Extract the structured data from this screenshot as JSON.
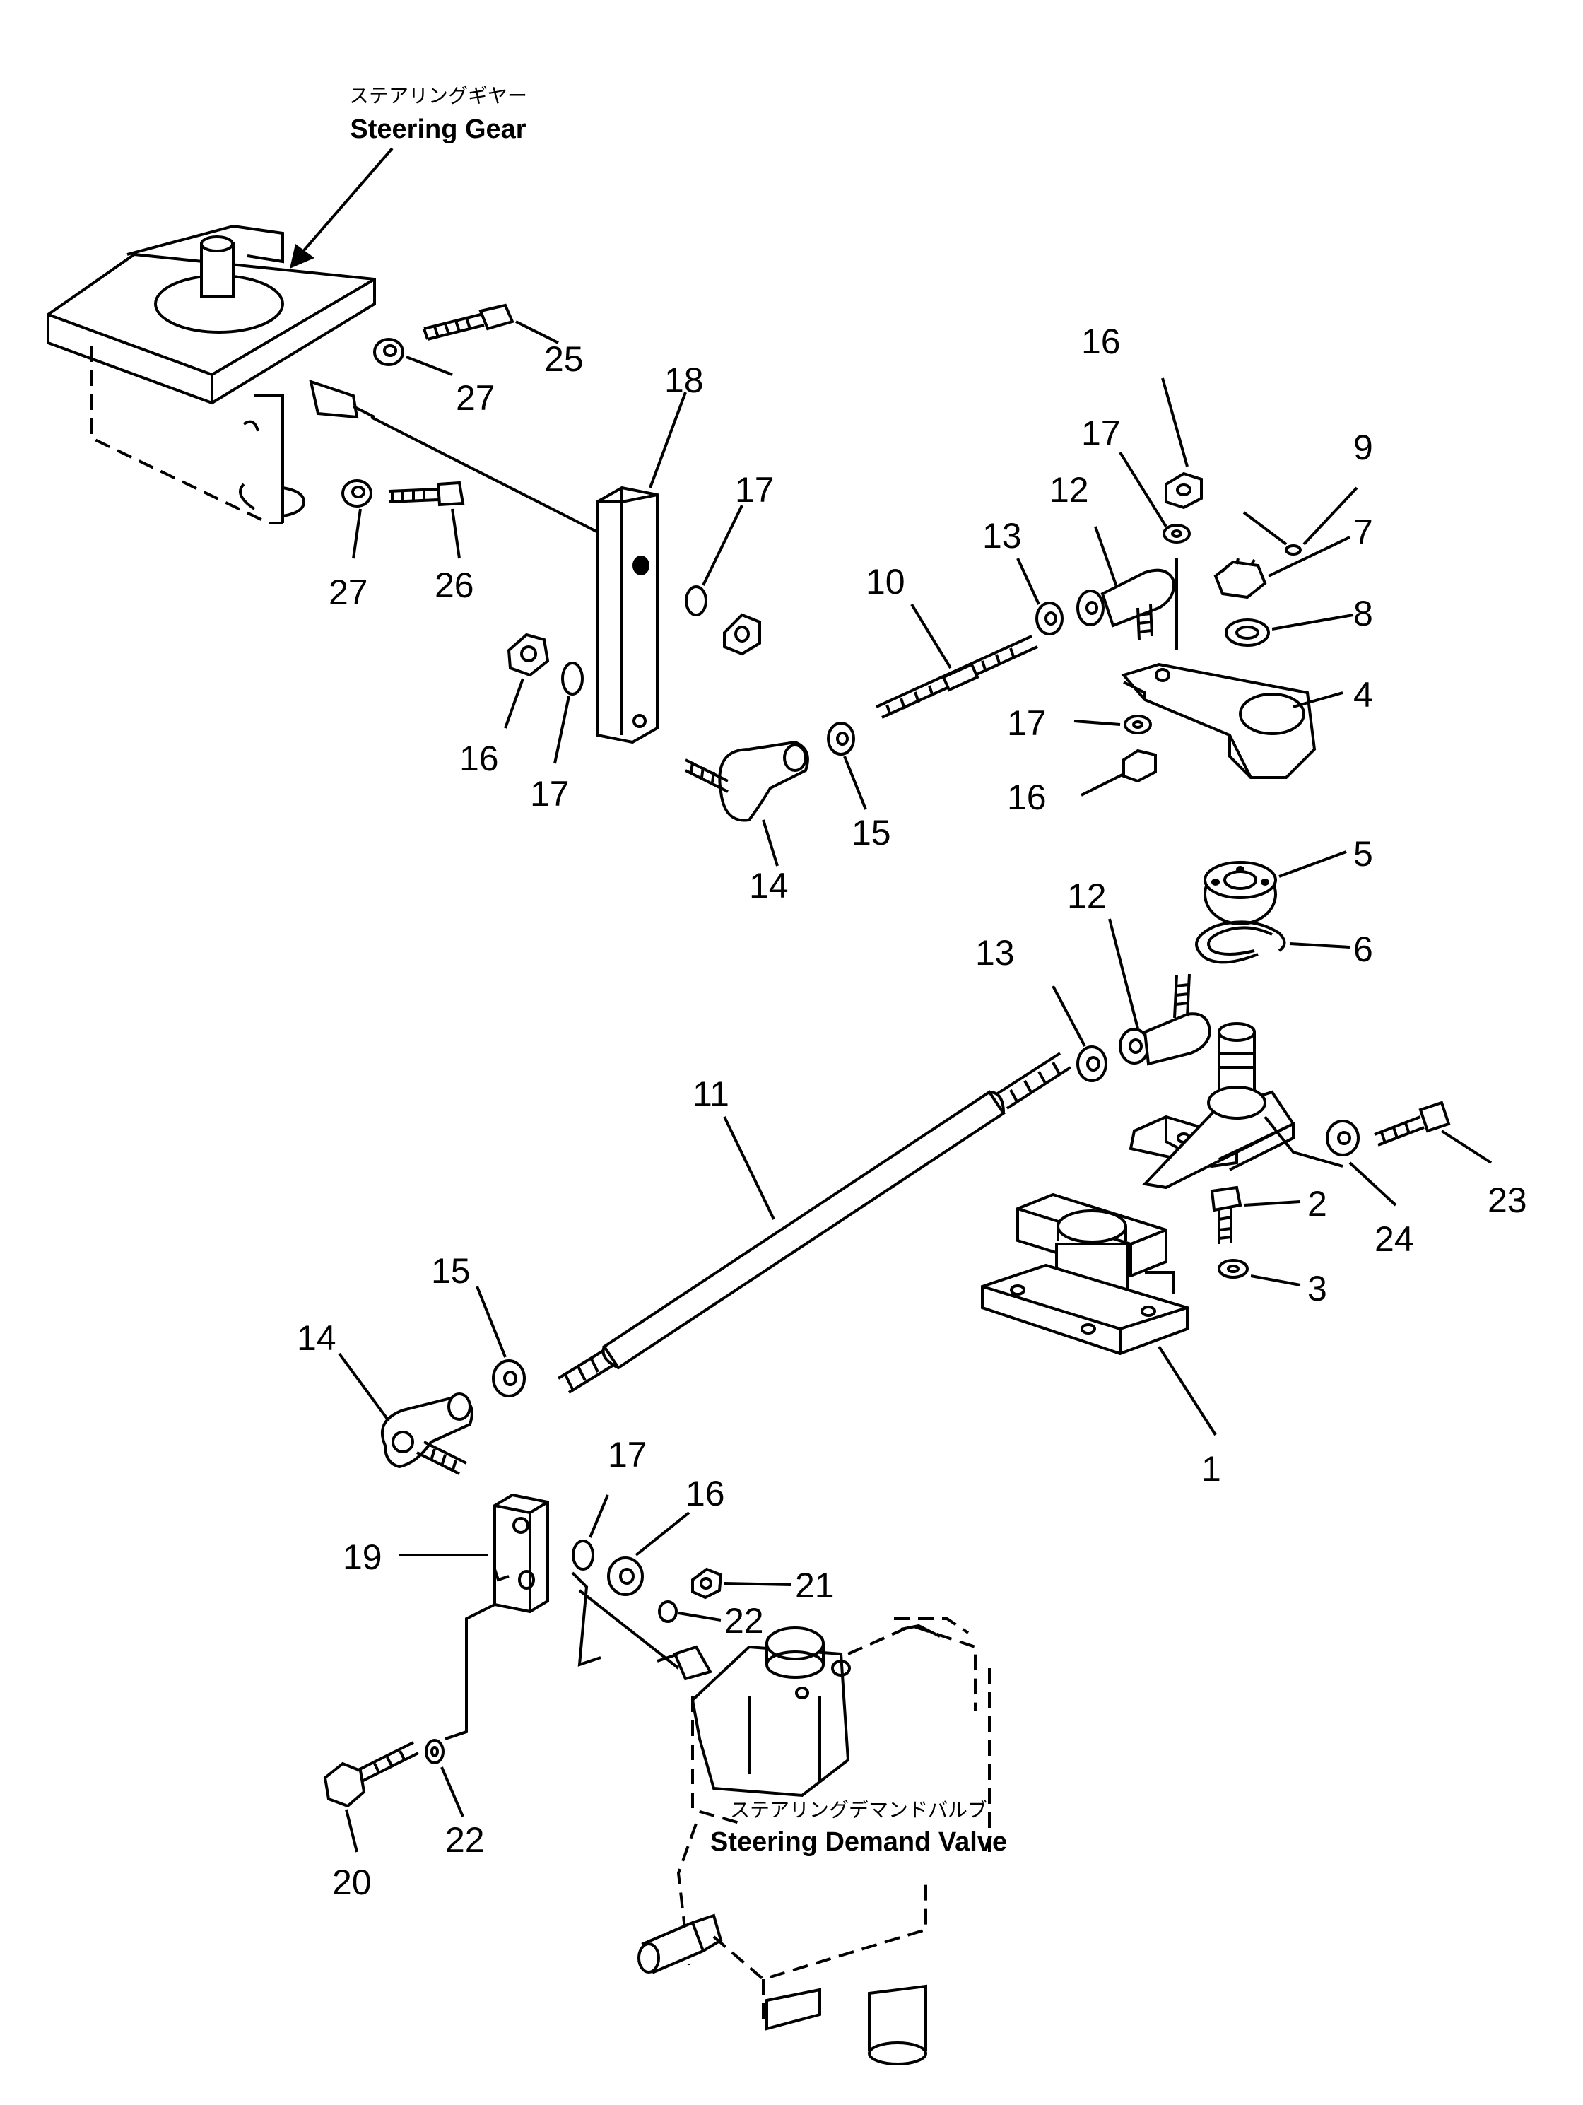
{
  "labels": {
    "steering_gear_jp": "ステアリングギヤー",
    "steering_gear_en": "Steering Gear",
    "demand_valve_jp": "ステアリングデマンドバルブ",
    "demand_valve_en": "Steering Demand Valve"
  },
  "callouts": [
    "25",
    "27",
    "27",
    "26",
    "18",
    "17",
    "16",
    "17",
    "16",
    "17",
    "9",
    "7",
    "8",
    "4",
    "12",
    "13",
    "10",
    "17",
    "16",
    "14",
    "15",
    "5",
    "6",
    "12",
    "13",
    "11",
    "23",
    "24",
    "2",
    "3",
    "1",
    "15",
    "14",
    "17",
    "16",
    "21",
    "22",
    "19",
    "22",
    "20"
  ]
}
